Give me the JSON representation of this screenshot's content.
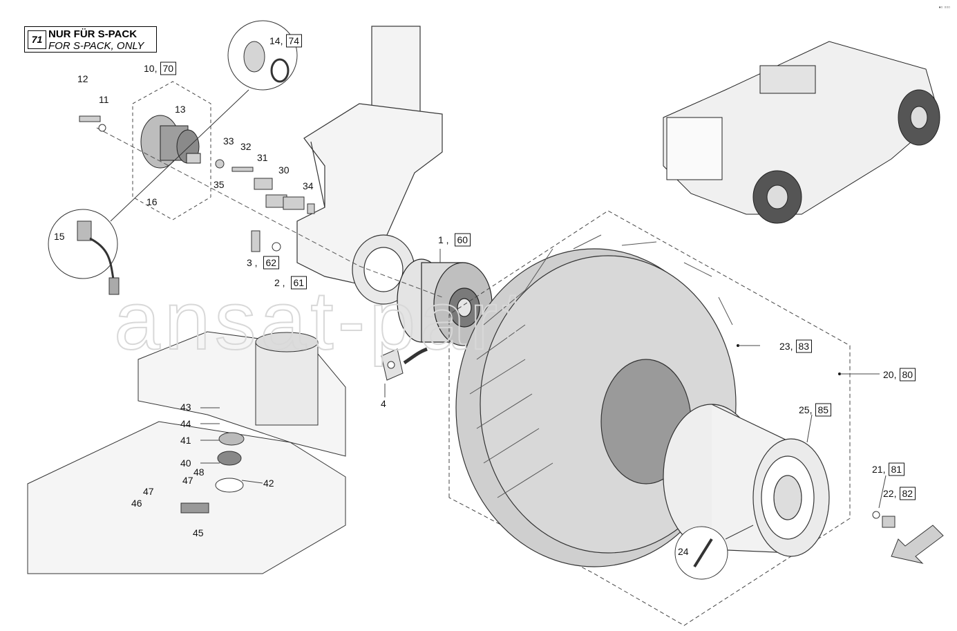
{
  "note": {
    "badge": "71",
    "line1": "NUR FÜR  S-PACK",
    "line2": "FOR S-PACK, ONLY"
  },
  "watermark": "ansat-parts.ru",
  "corner_mark": "▪▫ ▫▫▫",
  "labels": [
    {
      "id": "l12",
      "text": "12"
    },
    {
      "id": "l11",
      "text": "11"
    },
    {
      "id": "l10",
      "text": "10,",
      "box": "70"
    },
    {
      "id": "l13",
      "text": "13"
    },
    {
      "id": "l14",
      "text": "14,",
      "box": "74"
    },
    {
      "id": "l16",
      "text": "16"
    },
    {
      "id": "l15",
      "text": "15"
    },
    {
      "id": "l33",
      "text": "33"
    },
    {
      "id": "l32",
      "text": "32"
    },
    {
      "id": "l31",
      "text": "31"
    },
    {
      "id": "l30",
      "text": "30"
    },
    {
      "id": "l35",
      "text": "35"
    },
    {
      "id": "l34",
      "text": "34"
    },
    {
      "id": "l3",
      "text": "3 ,",
      "box": "62"
    },
    {
      "id": "l2",
      "text": "2 ,",
      "box": "61"
    },
    {
      "id": "l1",
      "text": "1 ,",
      "box": "60"
    },
    {
      "id": "l4",
      "text": "4"
    },
    {
      "id": "l23",
      "text": "23,",
      "box": "83"
    },
    {
      "id": "l20",
      "text": "20,",
      "box": "80"
    },
    {
      "id": "l25",
      "text": "25,",
      "box": "85"
    },
    {
      "id": "l21",
      "text": "21,",
      "box": "81"
    },
    {
      "id": "l22",
      "text": "22,",
      "box": "82"
    },
    {
      "id": "l24",
      "text": "24"
    },
    {
      "id": "l43",
      "text": "43"
    },
    {
      "id": "l44",
      "text": "44"
    },
    {
      "id": "l41",
      "text": "41"
    },
    {
      "id": "l40",
      "text": "40"
    },
    {
      "id": "l42",
      "text": "42"
    },
    {
      "id": "l48",
      "text": "48"
    },
    {
      "id": "l47a",
      "text": "47"
    },
    {
      "id": "l47b",
      "text": "47"
    },
    {
      "id": "l46",
      "text": "46"
    },
    {
      "id": "l45",
      "text": "45"
    }
  ]
}
